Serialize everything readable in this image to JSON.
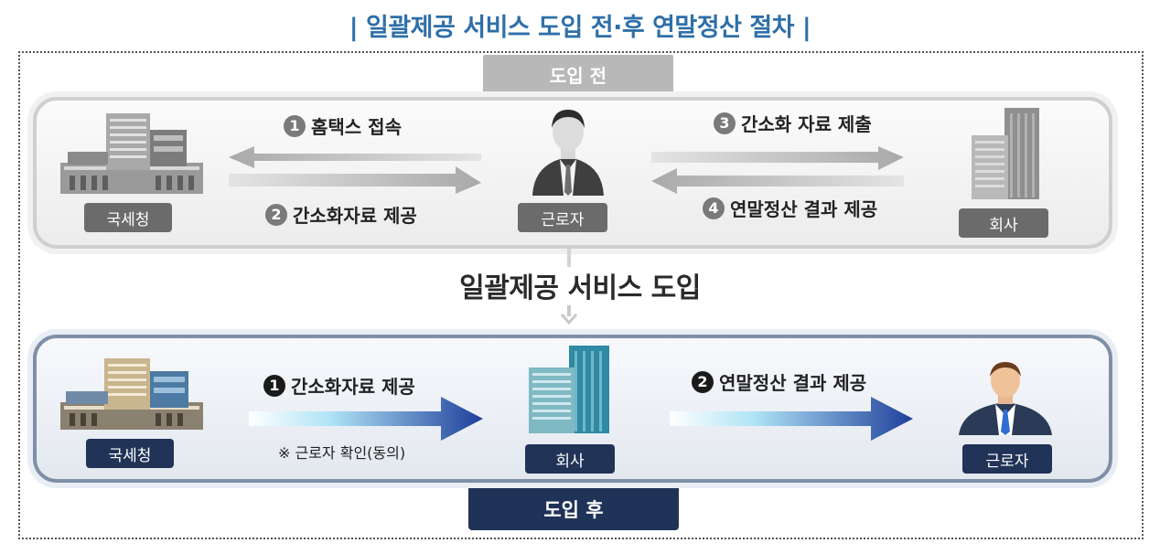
{
  "title": "| 일괄제공 서비스 도입 전·후 연말정산 절차 |",
  "before": {
    "tab_label": "도입 전",
    "nts_label": "국세청",
    "worker_label": "근로자",
    "company_label": "회사",
    "steps": [
      {
        "num": "1",
        "text": "홈택스 접속"
      },
      {
        "num": "2",
        "text": "간소화자료 제공"
      },
      {
        "num": "3",
        "text": "간소화 자료 제출"
      },
      {
        "num": "4",
        "text": "연말정산 결과 제공"
      }
    ]
  },
  "transition_label": "일괄제공 서비스 도입",
  "after": {
    "tab_label": "도입 후",
    "nts_label": "국세청",
    "company_label": "회사",
    "worker_label": "근로자",
    "steps": [
      {
        "num": "1",
        "text": "간소화자료 제공"
      },
      {
        "num": "2",
        "text": "연말정산 결과 제공"
      }
    ],
    "note": "※ 근로자 확인(동의)"
  },
  "colors": {
    "title": "#2f6fa8",
    "before_tab": "#b8b8b8",
    "after_tab": "#1f3358",
    "arrow_navy": "#1f3f9a"
  }
}
